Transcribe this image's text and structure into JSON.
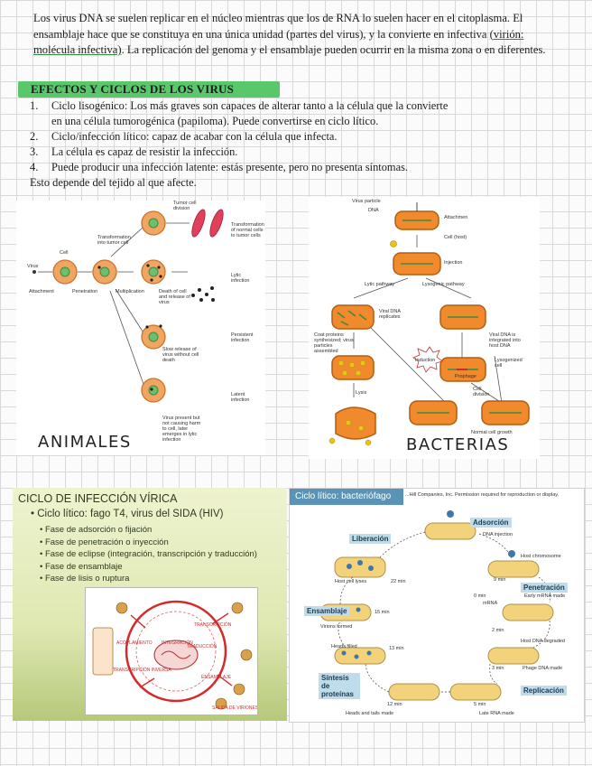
{
  "intro": {
    "part1": "Los virus DNA se suelen replicar en el núcleo mientras que los de RNA lo suelen hacer en el citoplasma. El ensamblaje hace que se constituya en una única unidad (partes del virus), y la convierte en infectiva ",
    "underlined": "(virión: molécula infectiva)",
    "part2": ". La replicación del genoma y el ensamblaje pueden ocurrir en la misma zona o en diferentes."
  },
  "section": {
    "title": "EFECTOS Y CICLOS DE LOS VIRUS"
  },
  "list": [
    {
      "num": "1.",
      "text": "Ciclo lisogénico: Los más graves son capaces de alterar tanto a la célula que la convierte",
      "cont": "en una célula tumorogénica (papiloma). Puede convertirse en ciclo lítico."
    },
    {
      "num": "2.",
      "text": "Ciclo/infección lítico: capaz de acabar con la célula que infecta."
    },
    {
      "num": "3.",
      "text": "La célula es capaz de resistir la infección."
    },
    {
      "num": "4.",
      "text": "Puede producir una infección latente: estás presente, pero no presenta síntomas."
    }
  ],
  "list_footer": "Esto depende del tejido al que afecte.",
  "animal_fig": {
    "hand_label": "ANIMALES",
    "labels": {
      "tumor": "Tumor cell division",
      "transform_normal": "Transformation of normal cells to tumor cells",
      "transformation": "Transformation into tumor cell",
      "cell": "Cell",
      "virus": "Virus",
      "attachment": "Attachment",
      "penetration": "Penetration",
      "multiplication": "Multiplication",
      "death": "Death of cell and release of virus",
      "lytic": "Lytic infection",
      "persistent": "Persistent infection",
      "slow": "Slow release of virus without cell death",
      "latent": "Latent infection",
      "present": "Virus present but not causing harm to cell, later emerges in lytic infection"
    }
  },
  "bact_fig": {
    "hand_label": "BACTERIAS",
    "labels": {
      "particle": "Virus particle",
      "dna": "DNA",
      "attachment": "Attachmen",
      "host": "Cell (host)",
      "injection": "Injection",
      "lytic_path": "Lytic pathway",
      "lysogenic_path": "Lysogenic pathway",
      "viral_rep": "Viral DNA replicates",
      "coat": "Coat proteins synthesized; virus particles assembled",
      "integrated": "Viral DNA is integrated into host DNA",
      "lysogenized": "Lysogenized cell",
      "induction": "Induction",
      "prophage": "Prophage",
      "division": "Cell division",
      "lysis": "Lysis",
      "normal": "Normal cell growth"
    }
  },
  "hiv_panel": {
    "title": "CICLO DE INFECCIÓN VÍRICA",
    "subtitle": "• Ciclo lítico: fago T4, virus del SIDA (HIV)",
    "phases": [
      "Fase de adsorción o fijación",
      "Fase de penetración o inyección",
      "Fase de eclipse (integración, transcripción y traducción)",
      "Fase de ensamblaje",
      "Fase de lisis o ruptura"
    ]
  },
  "phage_panel": {
    "title": "Ciclo lítico: bacteriófago T4",
    "copyright": "...Hill Companies, Inc. Permission required for reproduction or display.",
    "stages": {
      "adsorcion": "Adsorción",
      "penetracion": "Penetración",
      "replicacion": "Replicación",
      "sintesis": "Síntesis de proteínas",
      "ensamblaje": "Ensamblaje",
      "liberacion": "Liberación"
    },
    "notes": {
      "dna_injection": "DNA injection",
      "host_chromosome": "Host chromosome",
      "early_mrna": "Early mRNA made",
      "mrna": "mRNA",
      "host_dna_deg": "Host DNA degraded",
      "phage_dna": "Phage DNA made",
      "late_rna": "Late RNA made",
      "heads_tails": "Heads and tails made",
      "heads_filled": "Heads filled",
      "virions": "Virions formed",
      "host_lyses": "Host cell lyses",
      "t0": "0 min",
      "t2": "2 min",
      "t3": "3 min",
      "t5": "5 min",
      "t9": "9 min",
      "t12": "12 min",
      "t13": "13 min",
      "t15": "15 min",
      "t22": "22 min"
    }
  },
  "colors": {
    "highlight": "#58c86b",
    "cell": "#f2a462",
    "bacteria": "#f08a2c",
    "phage_label": "#bfdceb"
  }
}
